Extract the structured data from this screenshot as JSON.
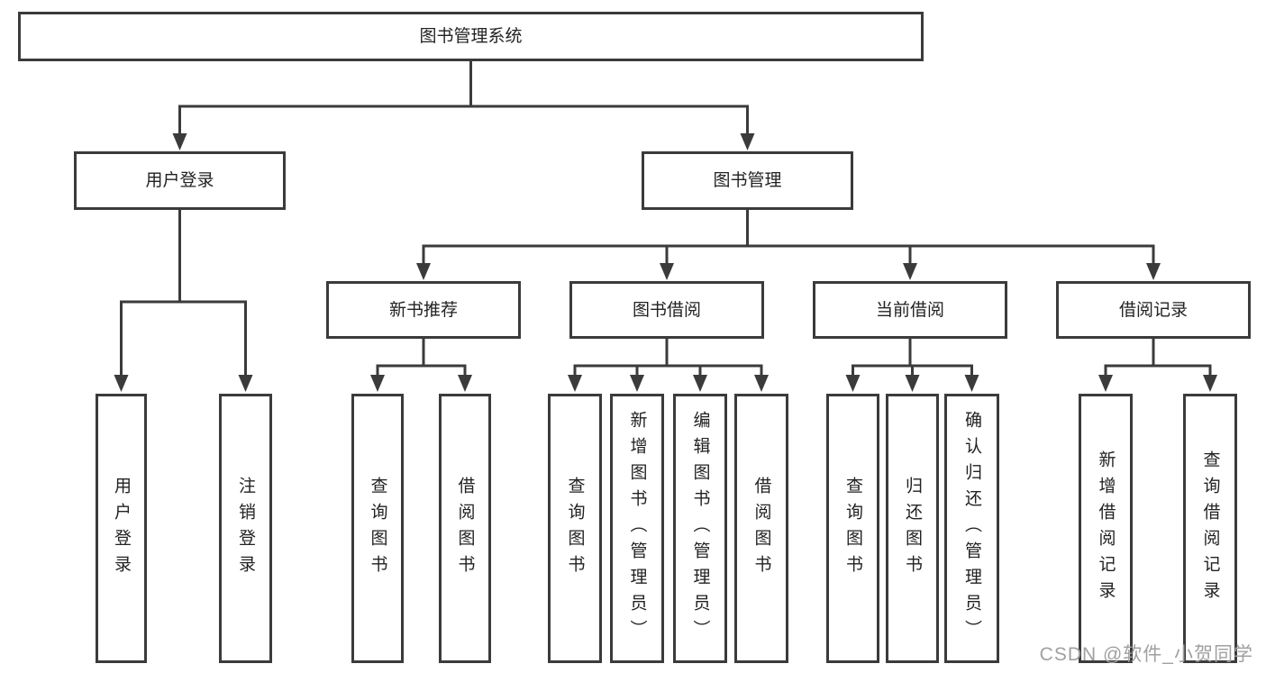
{
  "diagram": {
    "root": {
      "label": "图书管理系统"
    },
    "modules": [
      {
        "label": "用户登录",
        "children": [
          {
            "label": "用户登录"
          },
          {
            "label": "注销登录"
          }
        ]
      },
      {
        "label": "图书管理",
        "submodules": [
          {
            "label": "新书推荐",
            "children": [
              {
                "label": "查询图书"
              },
              {
                "label": "借阅图书"
              }
            ]
          },
          {
            "label": "图书借阅",
            "children": [
              {
                "label": "查询图书"
              },
              {
                "label": "新增图书（管理员）"
              },
              {
                "label": "编辑图书（管理员）"
              },
              {
                "label": "借阅图书"
              }
            ]
          },
          {
            "label": "当前借阅",
            "children": [
              {
                "label": "查询图书"
              },
              {
                "label": "归还图书"
              },
              {
                "label": "确认归还（管理员）"
              }
            ]
          },
          {
            "label": "借阅记录",
            "children": [
              {
                "label": "新增借阅记录"
              },
              {
                "label": "查询借阅记录"
              }
            ]
          }
        ]
      }
    ]
  },
  "watermark": {
    "text": "CSDN @软件_小贺同学"
  },
  "colors": {
    "line": "#3b3b3b",
    "text": "#222222",
    "background": "#ffffff",
    "watermark": "#a0a0a0"
  }
}
